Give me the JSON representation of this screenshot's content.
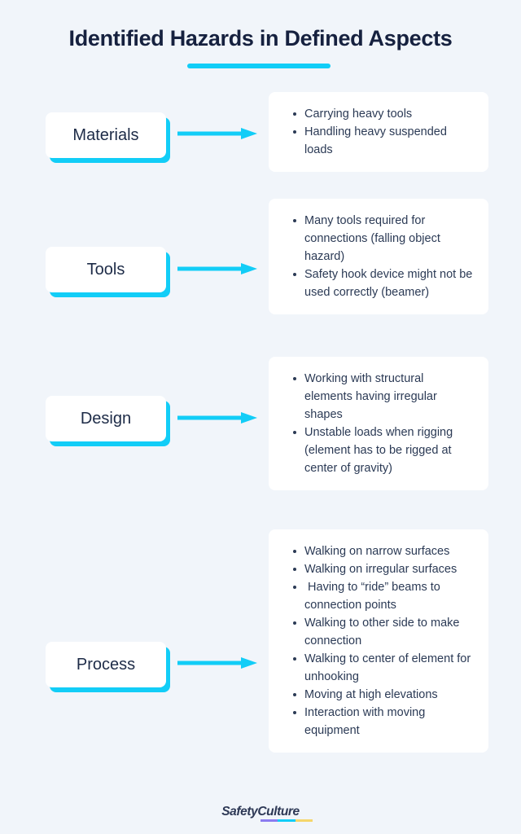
{
  "header": {
    "title": "Identified Hazards in Defined Aspects",
    "accent_color": "#12cdf7"
  },
  "theme": {
    "background": "#f1f5fa",
    "card_background": "#ffffff",
    "accent_cyan": "#12cdf7",
    "text_dark": "#16213f",
    "text_body": "#2b3a55"
  },
  "rows": [
    {
      "label": "Materials",
      "arrow_icon": "arrow-right-icon",
      "items": [
        "Carrying heavy tools",
        "Handling heavy suspended loads"
      ]
    },
    {
      "label": "Tools",
      "arrow_icon": "arrow-right-icon",
      "items": [
        "Many tools required for connections (falling object hazard)",
        "Safety hook device might not be used correctly (beamer)"
      ]
    },
    {
      "label": "Design",
      "arrow_icon": "arrow-right-icon",
      "items": [
        "Working with structural elements having irregular shapes",
        "Unstable loads when rigging (element has to be rigged at center of gravity)"
      ]
    },
    {
      "label": "Process",
      "arrow_icon": "arrow-right-icon",
      "items": [
        "Walking on narrow surfaces",
        "Walking on irregular surfaces",
        " Having to “ride” beams to connection points",
        "Walking to other side to make connection",
        "Walking to center of element for unhooking",
        "Moving at high elevations",
        "Interaction with moving equipment"
      ]
    }
  ],
  "footer": {
    "brand_part1": "Safety",
    "brand_part2": "Culture",
    "underline_colors": [
      "#8b7cf0",
      "#12cdf7",
      "#f5d66b"
    ]
  }
}
